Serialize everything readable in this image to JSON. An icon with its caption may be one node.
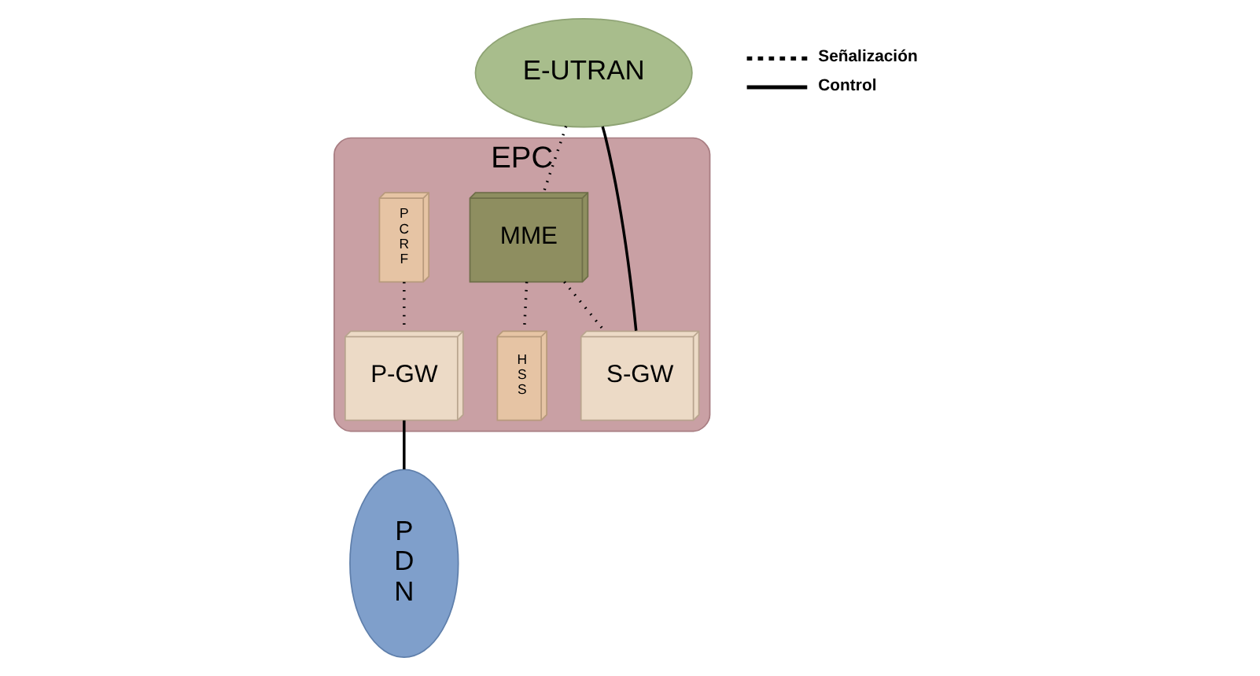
{
  "diagram": {
    "nodes": [
      {
        "text": [
          "EPC"
        ]
      },
      {
        "text": [
          "E-UTRAN"
        ]
      },
      {
        "text": [
          "MME"
        ],
        "in": 0
      },
      {
        "text": [
          "H S S"
        ],
        "in": 0
      },
      {
        "text": [
          "P C R F"
        ],
        "in": 0
      },
      {
        "text": [
          "S-GW"
        ],
        "in": 0
      },
      {
        "text": [
          "P-GW"
        ],
        "in": 0
      },
      {
        "text": [
          "P D N"
        ]
      }
    ],
    "edges": [
      {
        "from": 1,
        "to": 2,
        "arrow": "none",
        "style": "dashed"
      },
      {
        "from": 1,
        "to": 5,
        "arrow": "none"
      },
      {
        "from": 2,
        "to": 3,
        "arrow": "none",
        "style": "dashed"
      },
      {
        "from": 2,
        "to": 5,
        "arrow": "none",
        "style": "dashed"
      },
      {
        "from": 4,
        "to": 6,
        "arrow": "none",
        "style": "dashed"
      },
      {
        "from": 6,
        "to": 7,
        "arrow": "none"
      }
    ],
    "legend": [
      {
        "text": "Señalización"
      },
      {
        "text": "Control"
      }
    ]
  }
}
